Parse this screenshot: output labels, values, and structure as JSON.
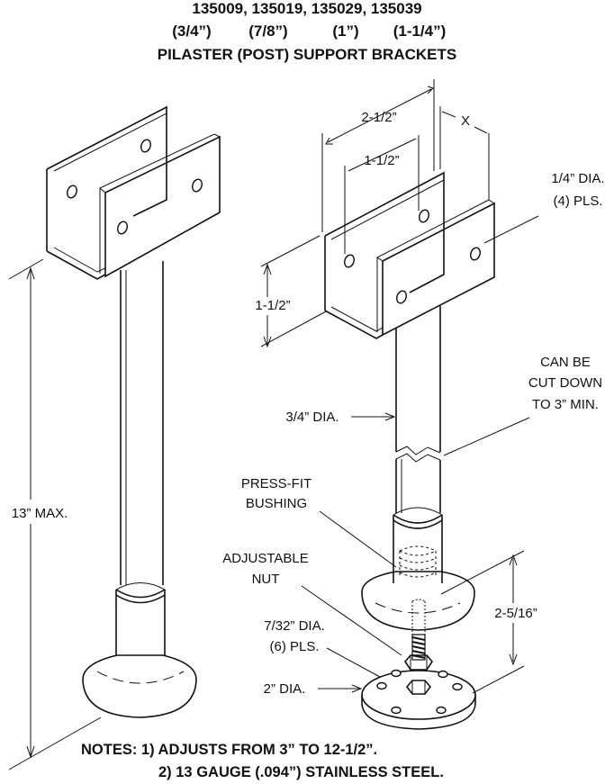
{
  "header": {
    "part_numbers": "135009, 135019, 135029, 135039",
    "sizes": [
      "(3/4”)",
      "(7/8”)",
      "(1”)",
      "(1-1/4”)"
    ],
    "title": "PILASTER (POST) SUPPORT BRACKETS"
  },
  "left_view": {
    "height_label": "13” MAX."
  },
  "right_view": {
    "width_outer": "2-1/2”",
    "width_inner": "1-1/2”",
    "x_label": "X",
    "hole_dia_line1": "1/4” DIA.",
    "hole_dia_line2": "(4) PLS.",
    "height_bracket": "1-1/2”",
    "cut_line1": "CAN BE",
    "cut_line2": "CUT DOWN",
    "cut_line3": "TO 3” MIN.",
    "tube_dia": "3/4” DIA.",
    "bushing_line1": "PRESS-FIT",
    "bushing_line2": "BUSHING",
    "nut_line1": "ADJUSTABLE",
    "nut_line2": "NUT",
    "base_height": "2-5/16”",
    "base_holes_line1": "7/32” DIA.",
    "base_holes_line2": "(6) PLS.",
    "base_dia": "2” DIA."
  },
  "notes": {
    "line1": "NOTES: 1) ADJUSTS FROM 3” TO 12-1/2”.",
    "line2": "2) 13 GAUGE (.094”) STAINLESS STEEL."
  }
}
